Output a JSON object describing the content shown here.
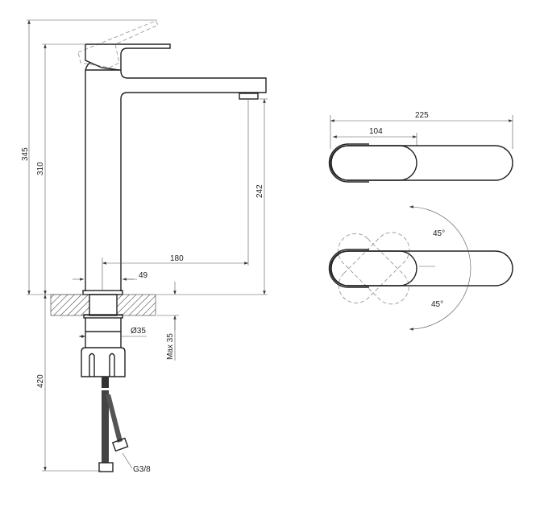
{
  "drawing": {
    "side_view": {
      "dim_total_height": "345",
      "dim_body_height": "310",
      "dim_spout_height": "242",
      "dim_spout_reach": "180",
      "dim_base_width": "49",
      "dim_thread_diameter": "Ø35",
      "dim_max_counter_thickness": "Max 35",
      "dim_hose_length": "420",
      "hose_connection": "G3/8"
    },
    "top_view": {
      "dim_overall_length": "225",
      "dim_handle_length": "104",
      "angle_up": "45°",
      "angle_down": "45°"
    }
  }
}
